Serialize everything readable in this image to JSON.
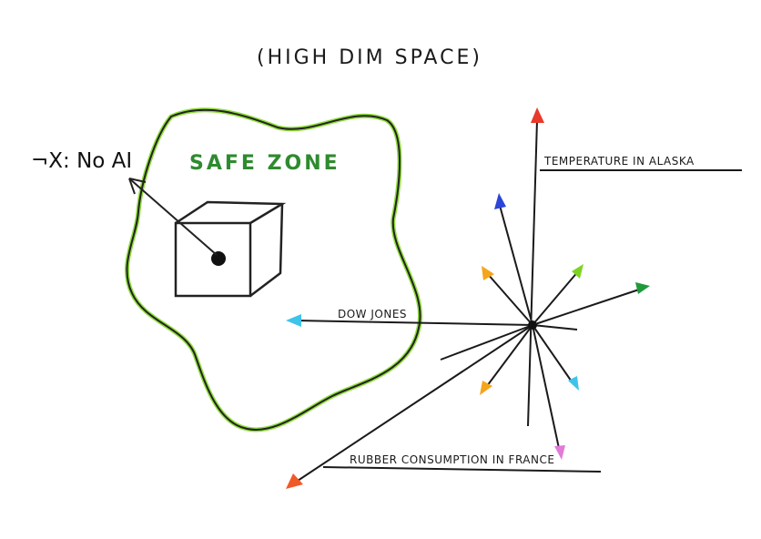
{
  "title": "(HIGH DIM SPACE)",
  "safe_zone_label": "SAFE ZONE",
  "pointer_label": "¬X: No AI",
  "axes": {
    "temperature": "TEMPERATURE IN ALASKA",
    "dow_jones": "DOW JONES",
    "rubber": "RUBBER CONSUMPTION IN FRANCE"
  },
  "colors": {
    "blob_outline": "#222222",
    "blob_highlight": "#8fdc3a",
    "red": "#e8392b",
    "blue": "#2a45d8",
    "orange": "#f4a51c",
    "lime": "#7ed321",
    "green": "#1e9a3a",
    "cyan": "#3ec4ea",
    "pink": "#e27ad8",
    "orange_red": "#f05a28"
  }
}
